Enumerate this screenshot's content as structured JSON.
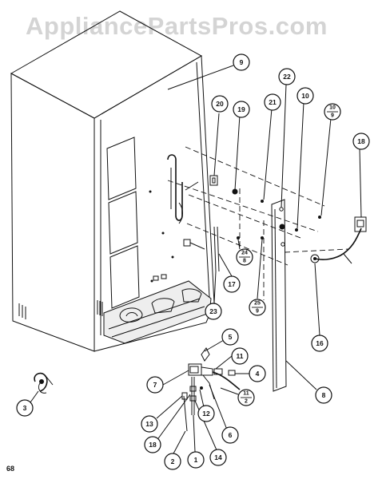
{
  "watermark": "AppliancePartsPros.com",
  "page_number": "68",
  "callouts": {
    "c9": "9",
    "c20": "20",
    "c19": "19",
    "c21": "21",
    "c22": "22",
    "c10": "10",
    "c10_9_top": "10",
    "c10_9_bottom": "9",
    "c18_top": "18",
    "c24_top": "24",
    "c24_bottom": "8",
    "c17": "17",
    "c23": "23",
    "c25_top": "25",
    "c25_bottom": "9",
    "c16": "16",
    "c8": "8",
    "c5": "5",
    "c11": "11",
    "c4": "4",
    "c7": "7",
    "c11_2_top": "11",
    "c11_2_bottom": "2",
    "c13": "13",
    "c12": "12",
    "c6": "6",
    "c18": "18",
    "c14": "14",
    "c1": "1",
    "c2": "2",
    "c3": "3"
  }
}
